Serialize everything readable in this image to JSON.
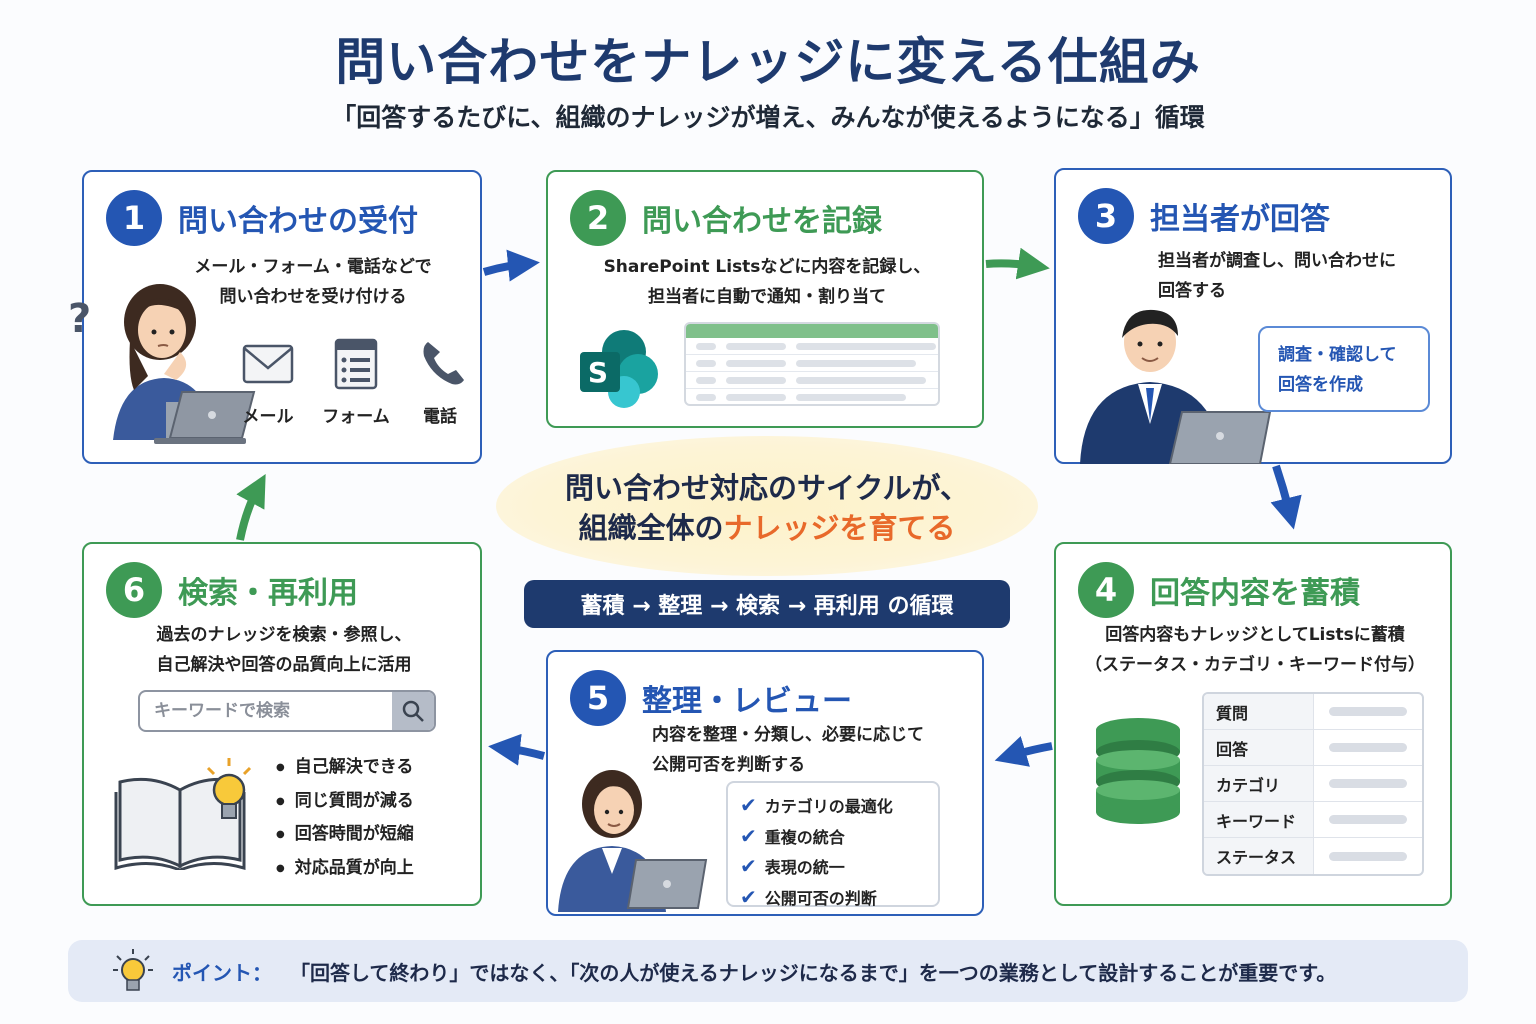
{
  "title": "問い合わせをナレッジに変える仕組み",
  "subtitle": "「回答するたびに、組織のナレッジが増え、みんなが使えるようになる」循環",
  "steps": [
    {
      "num": "1",
      "title": "問い合わせの受付",
      "desc": [
        "メール・フォーム・電話などで",
        "問い合わせを受け付ける"
      ],
      "channels": [
        "メール",
        "フォーム",
        "電話"
      ]
    },
    {
      "num": "2",
      "title": "問い合わせを記録",
      "desc": [
        "SharePoint Listsなどに内容を記録し、",
        "担当者に自動で通知・割り当て"
      ],
      "app_letter": "S"
    },
    {
      "num": "3",
      "title": "担当者が回答",
      "desc": [
        "担当者が調査し、問い合わせに",
        "回答する"
      ],
      "bubble": [
        "調査・確認して",
        "回答を作成"
      ]
    },
    {
      "num": "4",
      "title": "回答内容を蓄積",
      "desc": [
        "回答内容もナレッジとしてListsに蓄積",
        "（ステータス・カテゴリ・キーワード付与）"
      ],
      "fields": [
        "質問",
        "回答",
        "カテゴリ",
        "キーワード",
        "ステータス"
      ]
    },
    {
      "num": "5",
      "title": "整理・レビュー",
      "desc": [
        "内容を整理・分類し、必要に応じて",
        "公開可否を判断する"
      ],
      "checklist": [
        "カテゴリの最適化",
        "重複の統合",
        "表現の統一",
        "公開可否の判断"
      ]
    },
    {
      "num": "6",
      "title": "検索・再利用",
      "desc": [
        "過去のナレッジを検索・参照し、",
        "自己解決や回答の品質向上に活用"
      ],
      "search_placeholder": "キーワードで検索",
      "benefits": [
        "自己解決できる",
        "同じ質問が減る",
        "回答時間が短縮",
        "対応品質が向上"
      ]
    }
  ],
  "center": {
    "line1": "問い合わせ対応のサイクルが、",
    "line2_pre": "組織全体の",
    "line2_hl": "ナレッジを育てる",
    "cycle": "蓄積 → 整理 → 検索 → 再利用 の循環"
  },
  "point": {
    "label": "ポイント：",
    "text": "「回答して終わり」ではなく、「次の人が使えるナレッジになるまで」を一つの業務として設計することが重要です。"
  },
  "question_mark": "?",
  "colors": {
    "blue": "#2456b3",
    "green": "#3e9a55",
    "navy": "#1e3a6e",
    "orange": "#e8692a"
  }
}
